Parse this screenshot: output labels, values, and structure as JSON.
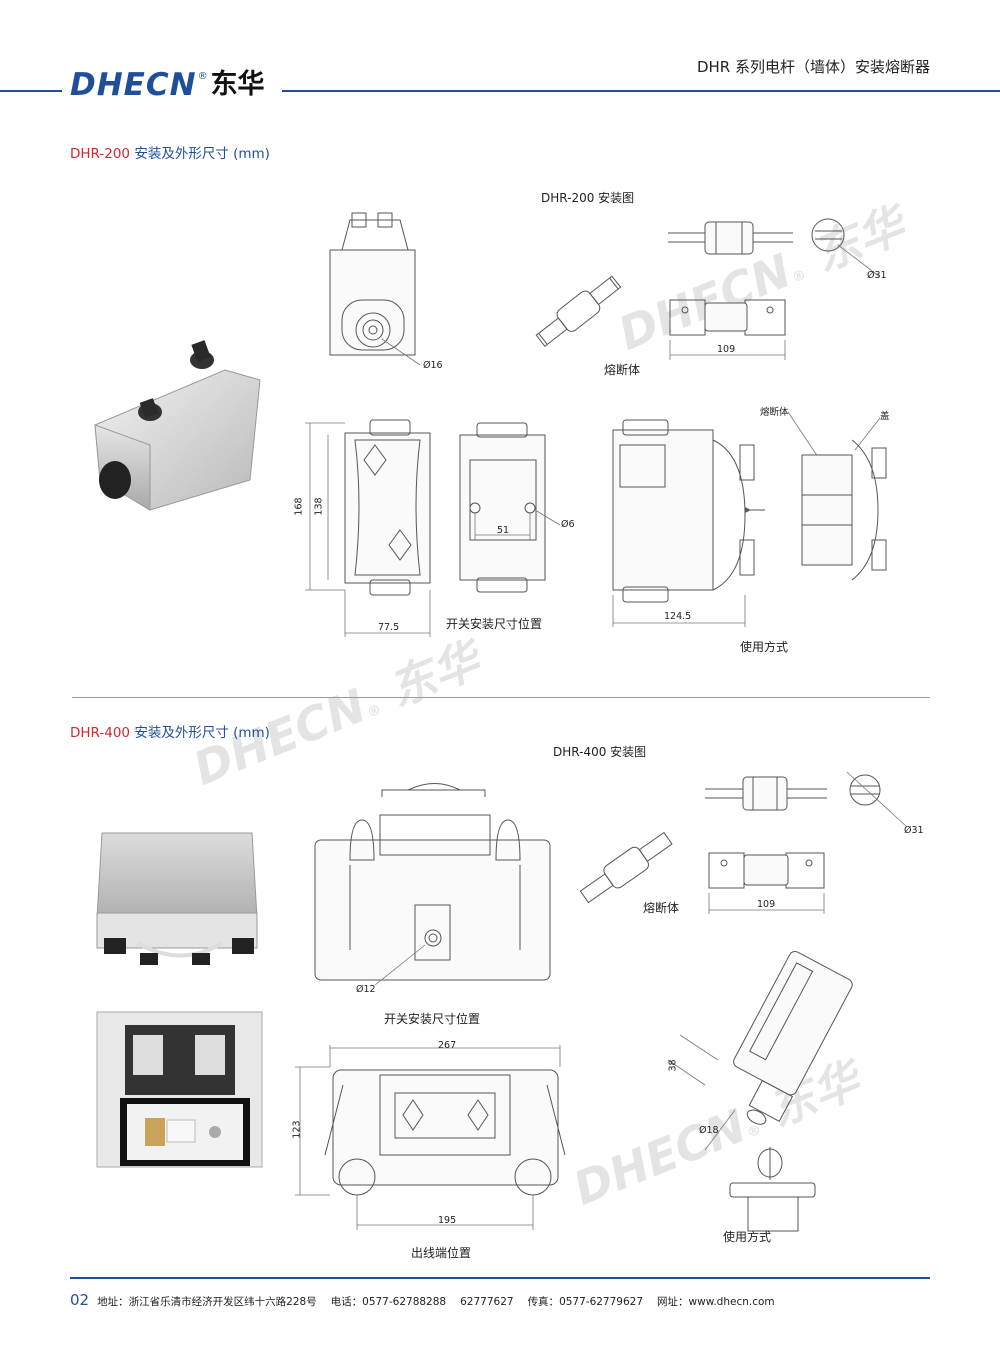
{
  "header": {
    "logo_latin": "DHECN",
    "logo_reg": "®",
    "logo_cn": "东华",
    "title": "DHR 系列电杆（墙体）安装熔断器"
  },
  "sections": [
    {
      "model": "DHR-200",
      "heading_rest": " 安装及外形尺寸 (mm)",
      "install_caption": "DHR-200 安装图",
      "fuse_caption": "熔断体",
      "switch_caption": "开关安装尺寸位置",
      "usage_caption": "使用方式",
      "label_fuse": "熔断体",
      "label_cover": "盖",
      "dims": {
        "d16": "Ø16",
        "d31": "Ø31",
        "len109": "109",
        "h168": "168",
        "h138": "138",
        "w51": "51",
        "d6": "Ø6",
        "w77": "77.5",
        "w124": "124.5"
      }
    },
    {
      "model": "DHR-400",
      "heading_rest": " 安装及外形尺寸 (mm)",
      "install_caption": "DHR-400 安装图",
      "fuse_caption": "熔断体",
      "switch_caption": "开关安装尺寸位置",
      "outlet_caption": "出线端位置",
      "usage_caption": "使用方式",
      "dims": {
        "d31": "Ø31",
        "len109": "109",
        "d12": "Ø12",
        "w267": "267",
        "h123": "123",
        "w195": "195",
        "h38": "38",
        "d18": "Ø18"
      }
    }
  ],
  "watermarks": [
    "DHECN",
    "®",
    "东华"
  ],
  "footer": {
    "page": "02",
    "address_label": "地址：",
    "address": "浙江省乐清市经济开发区纬十六路228号",
    "phone_label": "电话：",
    "phone1": "0577-62788288",
    "phone2": "62777627",
    "fax_label": "传真：",
    "fax": "0577-62779627",
    "web_label": "网址：",
    "web": "www.dhecn.com"
  }
}
